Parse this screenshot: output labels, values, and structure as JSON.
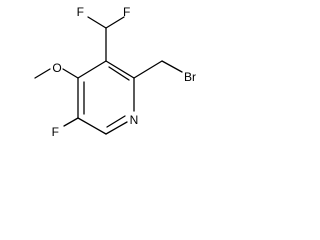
{
  "molecule": {
    "atoms": {
      "F1": "F",
      "F2": "F",
      "O": "O",
      "Br": "Br",
      "N": "N",
      "F3": "F"
    }
  },
  "colors": {
    "bond": "#000000",
    "label": "#000000",
    "background": "#ffffff"
  }
}
